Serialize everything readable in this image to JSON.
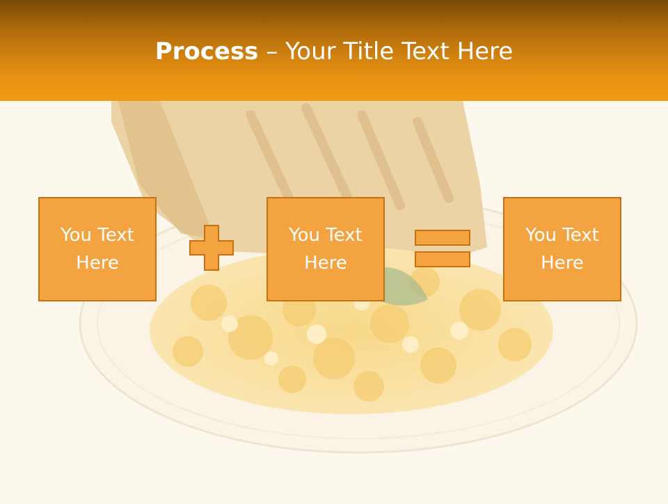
{
  "slide": {
    "title_bold": "Process",
    "title_rest": " – Your Title Text Here"
  },
  "process": {
    "boxes": [
      {
        "text": "You Text Here"
      },
      {
        "text": "You Text Here"
      },
      {
        "text": "You Text Here"
      }
    ],
    "operators": [
      "plus-icon",
      "equals-icon"
    ]
  },
  "colors": {
    "header_dark": "#7a4a05",
    "header_light": "#f09a15",
    "box_fill": "#f4a341",
    "box_border": "#c9700e",
    "background": "#fdf8ee"
  }
}
